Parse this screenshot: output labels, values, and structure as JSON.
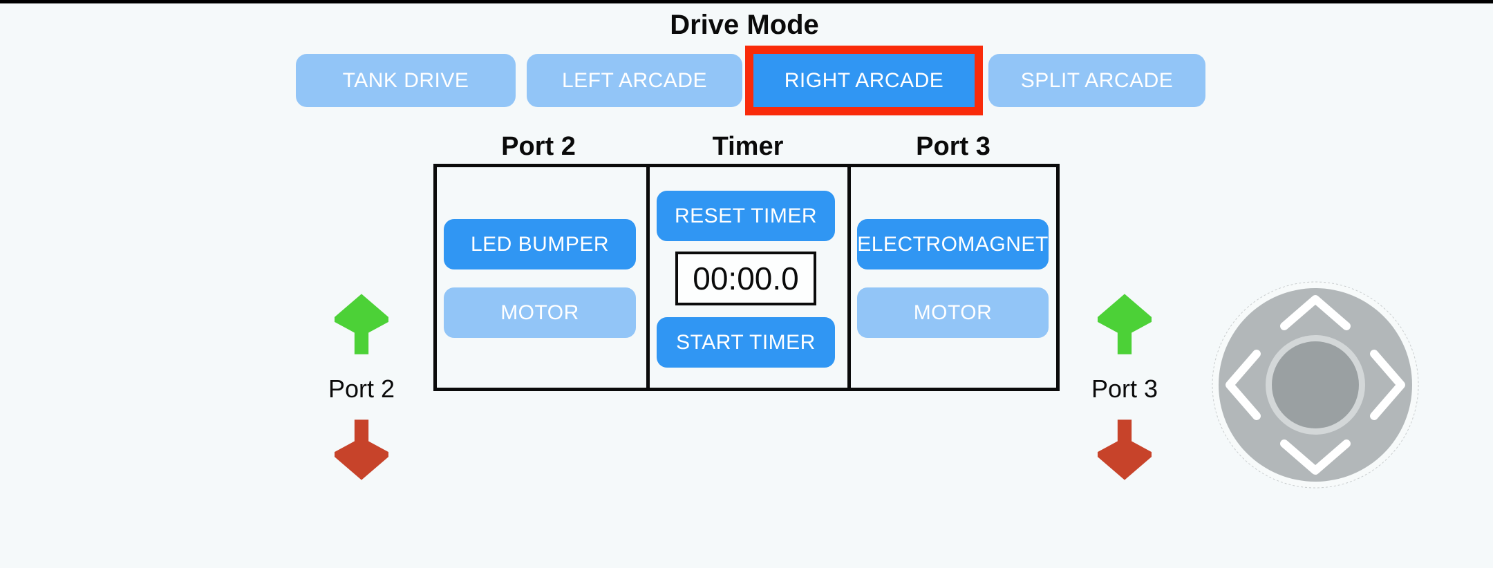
{
  "title": "Drive Mode",
  "modes": {
    "items": [
      {
        "label": "TANK DRIVE",
        "state": "inactive"
      },
      {
        "label": "LEFT ARCADE",
        "state": "inactive"
      },
      {
        "label": "RIGHT ARCADE",
        "state": "selected"
      },
      {
        "label": "SPLIT ARCADE",
        "state": "inactive"
      }
    ]
  },
  "control_board": {
    "port2": {
      "header": "Port 2",
      "buttons": [
        {
          "label": "LED BUMPER",
          "state": "active"
        },
        {
          "label": "MOTOR",
          "state": "inactive"
        }
      ]
    },
    "timer": {
      "header": "Timer",
      "reset_button": "RESET TIMER",
      "display": "00:00.0",
      "start_button": "START TIMER"
    },
    "port3": {
      "header": "Port 3",
      "buttons": [
        {
          "label": "ELECTROMAGNET",
          "state": "active"
        },
        {
          "label": "MOTOR",
          "state": "inactive"
        }
      ]
    }
  },
  "port_indicators": {
    "left": {
      "label": "Port 2",
      "up_icon": "green-up-arrow",
      "down_icon": "red-down-arrow"
    },
    "right": {
      "label": "Port 3",
      "up_icon": "green-up-arrow",
      "down_icon": "red-down-arrow"
    }
  },
  "joystick": {
    "name": "virtual-joystick",
    "icons": [
      "chevron-up",
      "chevron-left",
      "chevron-right",
      "chevron-down"
    ]
  },
  "colors": {
    "background": "#f5f9fa",
    "top_bar": "#000000",
    "button_active": "#3096f3",
    "button_inactive": "#92c5f7",
    "selected_outline": "#f92b0a",
    "button_text": "#ffffff",
    "arrow_up_green": "#4cd137",
    "arrow_down_red": "#c7432a",
    "panel_border": "#0b0b0b",
    "timer_display_bg": "#fdfefe",
    "joystick_pad": "#b2b7b9",
    "joystick_knob": "#9aa0a2",
    "joystick_ring": "#d3d7d8",
    "joystick_base": "#f7fafa"
  }
}
